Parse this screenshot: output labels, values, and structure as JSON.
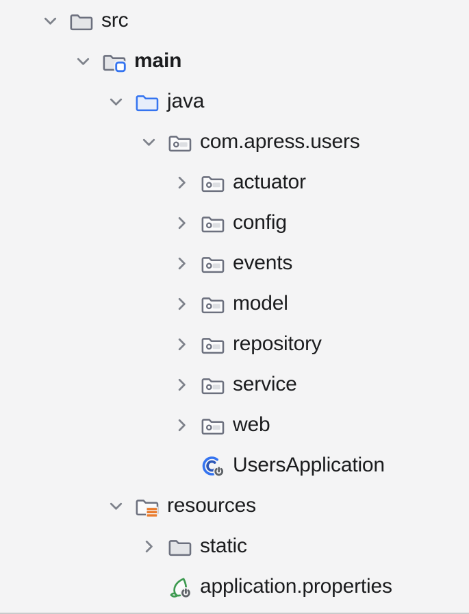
{
  "app": {
    "title": "project-tree-panel"
  },
  "colors": {
    "background": "#f4f4f5",
    "text": "#1b1c1e",
    "icon_gray": "#6c707e",
    "folder_fill_gray": "#e4e5e8",
    "folder_fill_light": "#fbfbfc",
    "package_slot_fill": "#dcdee2",
    "accent_blue": "#3574f0",
    "java_folder_fill": "#e7eefb",
    "inner_arc_blue": "#2c57b8",
    "resources_orange": "#e97b2d",
    "spring_green": "#3d9a50",
    "power_gray": "#5f6368",
    "chevron_gray": "#7e828b",
    "bottom_border": "#c9cacb"
  },
  "tree": {
    "rows": [
      {
        "label": "src",
        "level": 0,
        "icon": "folder-icon",
        "state": "expanded",
        "bold": false
      },
      {
        "label": "main",
        "level": 1,
        "icon": "sources-root-folder-icon",
        "state": "expanded",
        "bold": true
      },
      {
        "label": "java",
        "level": 2,
        "icon": "java-sources-folder-icon",
        "state": "expanded",
        "bold": false
      },
      {
        "label": "com.apress.users",
        "level": 3,
        "icon": "package-icon",
        "state": "expanded",
        "bold": false
      },
      {
        "label": "actuator",
        "level": 4,
        "icon": "package-icon",
        "state": "collapsed",
        "bold": false
      },
      {
        "label": "config",
        "level": 4,
        "icon": "package-icon",
        "state": "collapsed",
        "bold": false
      },
      {
        "label": "events",
        "level": 4,
        "icon": "package-icon",
        "state": "collapsed",
        "bold": false
      },
      {
        "label": "model",
        "level": 4,
        "icon": "package-icon",
        "state": "collapsed",
        "bold": false
      },
      {
        "label": "repository",
        "level": 4,
        "icon": "package-icon",
        "state": "collapsed",
        "bold": false
      },
      {
        "label": "service",
        "level": 4,
        "icon": "package-icon",
        "state": "collapsed",
        "bold": false
      },
      {
        "label": "web",
        "level": 4,
        "icon": "package-icon",
        "state": "collapsed",
        "bold": false
      },
      {
        "label": "UsersApplication",
        "level": 4,
        "icon": "spring-boot-application-icon",
        "state": "none",
        "bold": false
      },
      {
        "label": "resources",
        "level": 2,
        "icon": "resources-folder-icon",
        "state": "expanded",
        "bold": false
      },
      {
        "label": "static",
        "level": 3,
        "icon": "folder-icon",
        "state": "collapsed",
        "bold": false
      },
      {
        "label": "application.properties",
        "level": 3,
        "icon": "spring-config-file-icon",
        "state": "none",
        "bold": false
      }
    ]
  }
}
